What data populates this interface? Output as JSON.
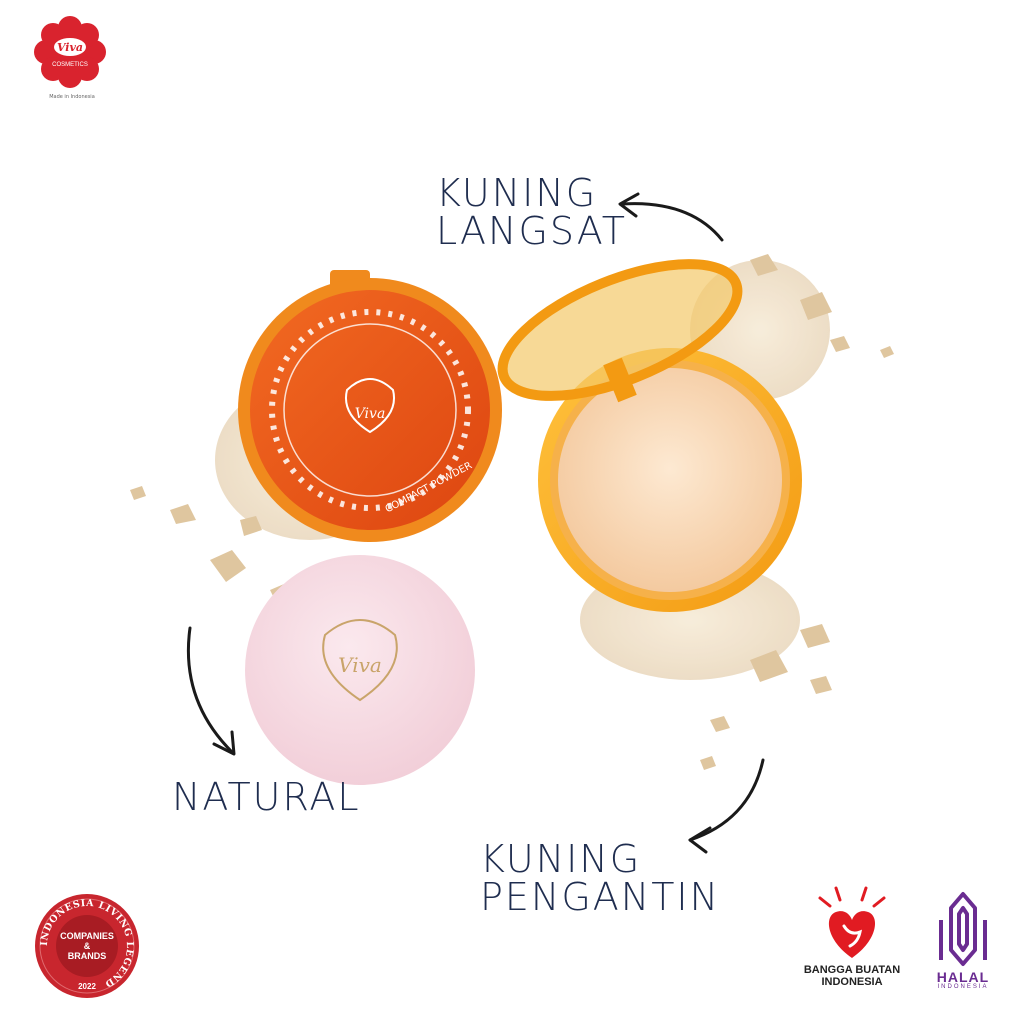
{
  "brand": {
    "logo_text": "Viva",
    "logo_subtext": "COSMETICS",
    "tagline": "Made in Indonesia",
    "color": "#d9232e"
  },
  "product": {
    "case_text": "COMPACT POWDER",
    "lid_logo": "Viva",
    "case_color": "#ee5a1a",
    "puff_color": "#f7dce4"
  },
  "shades": {
    "langsat": [
      "KUNING",
      "LANGSAT"
    ],
    "natural": "NATURAL",
    "pengantin": [
      "KUNING",
      "PENGANTIN"
    ]
  },
  "badges": {
    "living_legend": {
      "ring_text": "INDONESIA LIVING LEGEND",
      "line1": "COMPANIES",
      "line2": "&",
      "line3": "BRANDS",
      "year": "2022",
      "color": "#c8262e"
    },
    "bangga": {
      "line1": "BANGGA BUATAN",
      "line2": "INDONESIA",
      "color": "#e11b22"
    },
    "halal": {
      "word": "HALAL",
      "sub": "INDONESIA",
      "color": "#6a2c91"
    }
  }
}
